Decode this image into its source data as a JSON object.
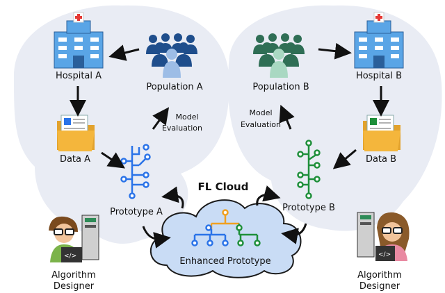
{
  "labels": {
    "hospital_a": "Hospital A",
    "population_a": "Population A",
    "data_a": "Data A",
    "model_eval_a_1": "Model",
    "model_eval_a_2": "Evaluation",
    "prototype_a": "Prototype A",
    "designer_a_1": "Algorithm",
    "designer_a_2": "Designer",
    "hospital_b": "Hospital B",
    "population_b": "Population B",
    "data_b": "Data B",
    "model_eval_b_1": "Model",
    "model_eval_b_2": "Evaluation",
    "prototype_b": "Prototype B",
    "designer_b_1": "Algorithm",
    "designer_b_2": "Designer",
    "fl_cloud": "FL Cloud",
    "enhanced_prototype": "Enhanced Prototype"
  },
  "colors": {
    "region": "#e9ecf4",
    "cloud_fill": "#c9dcf5",
    "cloud_stroke": "#1a1a1a",
    "blue_tree": "#2a73e8",
    "green_tree": "#1e8f3a",
    "orange_tree": "#f0a020",
    "people_a": "#1f4e8c",
    "people_b": "#2f6e55",
    "hospital_blue": "#5aa5e6",
    "folder_yellow": "#f4b63c"
  }
}
